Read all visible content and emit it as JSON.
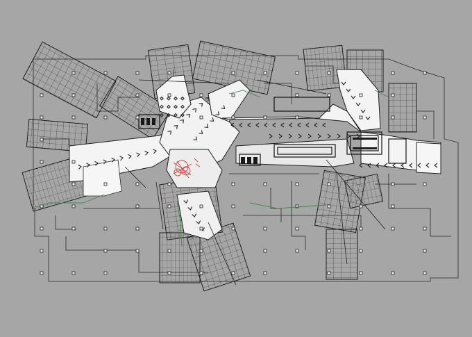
{
  "drawing": {
    "colors": {
      "background": "#a6a6a6",
      "linework": "#1c1c1c",
      "light_linework": "#4a4a4a",
      "circulation_fill": "#f4f4f4",
      "circulation_fill_alt": "#e6e6e6",
      "accent_red": "#d63a3a",
      "accent_green": "#3f8a46"
    },
    "layers": [
      "grid-frames",
      "building-outlines",
      "circulation-spines",
      "direction-chevrons",
      "column-markers",
      "red-hatch-area",
      "green-lines"
    ]
  }
}
